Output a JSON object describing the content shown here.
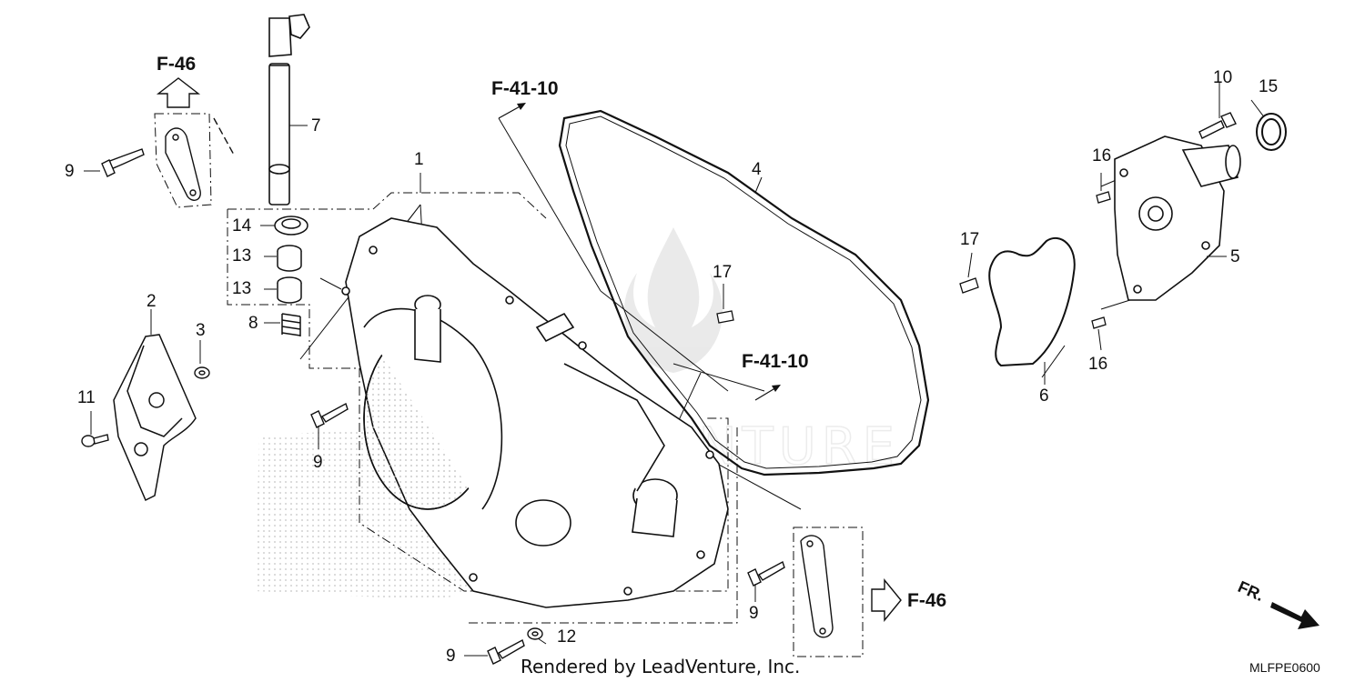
{
  "refs": {
    "f46_top": "F-46",
    "f41_top": "F-41-10",
    "f41_mid": "F-41-10",
    "f46_bottom": "F-46"
  },
  "callouts": {
    "c1": "1",
    "c2": "2",
    "c3": "3",
    "c4": "4",
    "c5": "5",
    "c6": "6",
    "c7": "7",
    "c8": "8",
    "c9a": "9",
    "c9b": "9",
    "c9c": "9",
    "c9d": "9",
    "c10": "10",
    "c11": "11",
    "c12": "12",
    "c13a": "13",
    "c13b": "13",
    "c14": "14",
    "c15": "15",
    "c16a": "16",
    "c16b": "16",
    "c17a": "17",
    "c17b": "17"
  },
  "direction": {
    "label": "FR."
  },
  "footer": {
    "rendered_by": "Rendered by LeadVenture, Inc.",
    "diagram_code": "MLFPE0600"
  },
  "watermark": {
    "text": "LEADVENTURE"
  }
}
